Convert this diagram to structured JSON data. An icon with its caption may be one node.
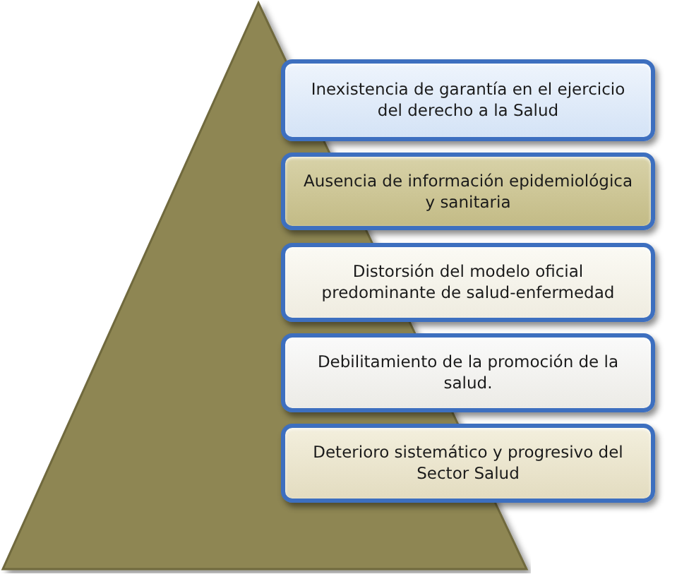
{
  "diagram": {
    "nodes": [
      {
        "text": [],
        "shape": "triangle"
      },
      {
        "text": [
          "Inexistencia de garantía en el ejercicio del derecho a la Salud"
        ]
      },
      {
        "text": [
          "Ausencia de información epidemiológica y sanitaria"
        ]
      },
      {
        "text": [
          "Distorsión del modelo oficial predominante de salud-enfermedad"
        ]
      },
      {
        "text": [
          "Debilitamiento de la promoción de la salud."
        ]
      },
      {
        "text": [
          "Deterioro sistemático y progresivo del Sector Salud"
        ]
      }
    ]
  }
}
